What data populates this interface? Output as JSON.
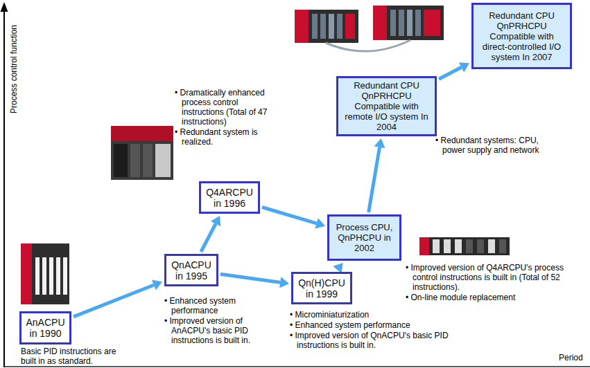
{
  "diagram": {
    "nodes": [
      {
        "text": [
          "AnACPU in 1990"
        ]
      },
      {
        "text": [
          "QnACPU in 1995"
        ]
      },
      {
        "text": [
          "Q4ARCPU in 1996"
        ]
      },
      {
        "text": [
          "Qn(H)CPU in 1999"
        ]
      },
      {
        "text": [
          "Process CPU, QnPHCPU in 2002"
        ]
      },
      {
        "text": [
          "Redundant CPU QnPRHCPU Compatible with remote I/O system In 2004"
        ]
      },
      {
        "text": [
          "Redundant CPU QnPRHCPU Compatible with direct-controlled I/O system In 2007"
        ]
      }
    ],
    "edges": [
      {
        "from": 0,
        "to": 1,
        "arrow": "to"
      },
      {
        "from": 1,
        "to": 2,
        "arrow": "to"
      },
      {
        "from": 1,
        "to": 3,
        "arrow": "to"
      },
      {
        "from": 2,
        "to": 4,
        "arrow": "to"
      },
      {
        "from": 3,
        "to": 4,
        "arrow": "to"
      },
      {
        "from": 4,
        "to": 5,
        "arrow": "to"
      },
      {
        "from": 5,
        "to": 6,
        "arrow": "to"
      }
    ],
    "labels": [
      "Process control function",
      "Period",
      "Basic PID instructions are built in as standard.",
      "• Enhanced system performance",
      "• Improved version of AnACPU's basic PID instructions is built in.",
      "• Dramatically enhanced process control instructions (Total of 47 instructions)",
      "• Redundant system is realized.",
      "• Microminiaturization",
      "• Enhanced system performance",
      "• Improved version of QnACPU's basic PID instructions is built in.",
      "• Improved version of Q4ARCPU's process control instructions is built in (Total of 52 instructions).",
      "• On-line module replacement",
      "• Redundant systems: CPU, power supply and network"
    ]
  }
}
